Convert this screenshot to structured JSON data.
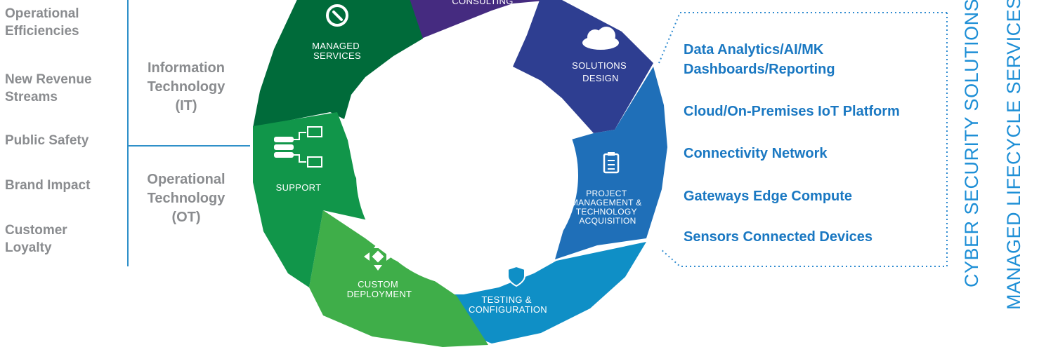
{
  "benefits": [
    "Operational\nEfficiencies",
    "New Revenue\nStreams",
    "Public Safety",
    "Brand Impact",
    "Customer\nLoyalty"
  ],
  "technologies": {
    "it": "Information\nTechnology\n(IT)",
    "ot": "Operational\nTechnology\n(OT)"
  },
  "cycle": {
    "consulting": "CONSULTING",
    "managed_services": [
      "MANAGED",
      "SERVICES"
    ],
    "solutions_design": [
      "SOLUTIONS",
      "DESIGN"
    ],
    "project_management": [
      "PROJECT",
      "MANAGEMENT &",
      "TECHNOLOGY",
      "ACQUISITION"
    ],
    "testing": [
      "TESTING &",
      "CONFIGURATION"
    ],
    "custom_deployment": [
      "CUSTOM",
      "DEPLOYMENT"
    ],
    "support": [
      "SUPPORT"
    ]
  },
  "stack_items": [
    "Data Analytics/AI/MK\nDashboards/Reporting",
    "Cloud/On-Premises IoT Platform",
    "Connectivity Network",
    "Gateways Edge Compute",
    "Sensors Connected Devices"
  ],
  "vertical_labels": {
    "cyber": "CYBER SECURITY SOLUTIONS",
    "managed": "MANAGED LIFECYCLE SERVICES"
  },
  "colors": {
    "consulting": "#452b80",
    "managed_services": "#006b3a",
    "solutions_design": "#2e3e91",
    "project_management": "#1f6fb8",
    "testing": "#0f8fc6",
    "custom_deployment": "#3fae49",
    "support": "#11964a",
    "accent": "#1a78c2"
  }
}
